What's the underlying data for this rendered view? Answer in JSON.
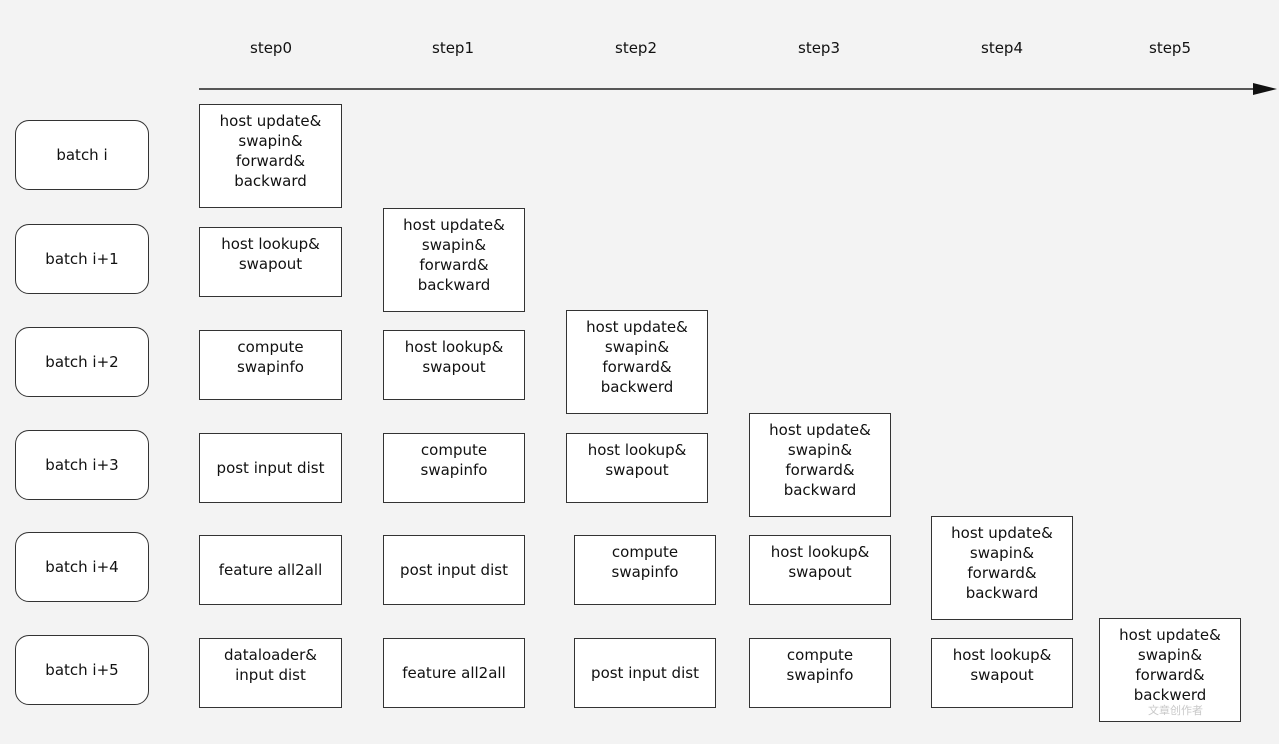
{
  "steps": [
    "step0",
    "step1",
    "step2",
    "step3",
    "step4",
    "step5"
  ],
  "batches": [
    "batch i",
    "batch i+1",
    "batch i+2",
    "batch i+3",
    "batch i+4",
    "batch i+5"
  ],
  "tasks": [
    {
      "batch": 0,
      "step": 0,
      "text": "host update&\nswapin&\nforward&\nbackward"
    },
    {
      "batch": 1,
      "step": 0,
      "text": "host lookup&\nswapout"
    },
    {
      "batch": 1,
      "step": 1,
      "text": "host update&\nswapin&\nforward&\nbackward"
    },
    {
      "batch": 2,
      "step": 0,
      "text": "compute\nswapinfo"
    },
    {
      "batch": 2,
      "step": 1,
      "text": "host lookup&\nswapout"
    },
    {
      "batch": 2,
      "step": 2,
      "text": "host update&\nswapin&\nforward&\nbackwerd"
    },
    {
      "batch": 3,
      "step": 0,
      "text": "post input dist"
    },
    {
      "batch": 3,
      "step": 1,
      "text": "compute\nswapinfo"
    },
    {
      "batch": 3,
      "step": 2,
      "text": "host lookup&\nswapout"
    },
    {
      "batch": 3,
      "step": 3,
      "text": "host update&\nswapin&\nforward&\nbackward"
    },
    {
      "batch": 4,
      "step": 0,
      "text": "feature all2all"
    },
    {
      "batch": 4,
      "step": 1,
      "text": "post input dist"
    },
    {
      "batch": 4,
      "step": 2,
      "text": "compute\nswapinfo"
    },
    {
      "batch": 4,
      "step": 3,
      "text": "host lookup&\nswapout"
    },
    {
      "batch": 4,
      "step": 4,
      "text": "host update&\nswapin&\nforward&\nbackward"
    },
    {
      "batch": 5,
      "step": 0,
      "text": "dataloader&\ninput dist"
    },
    {
      "batch": 5,
      "step": 1,
      "text": "feature all2all"
    },
    {
      "batch": 5,
      "step": 2,
      "text": "post input dist"
    },
    {
      "batch": 5,
      "step": 3,
      "text": "compute\nswapinfo"
    },
    {
      "batch": 5,
      "step": 4,
      "text": "host lookup&\nswapout"
    },
    {
      "batch": 5,
      "step": 5,
      "text": "host update&\nswapin&\nforward&\nbackwerd"
    }
  ],
  "watermark": "文章创作者"
}
